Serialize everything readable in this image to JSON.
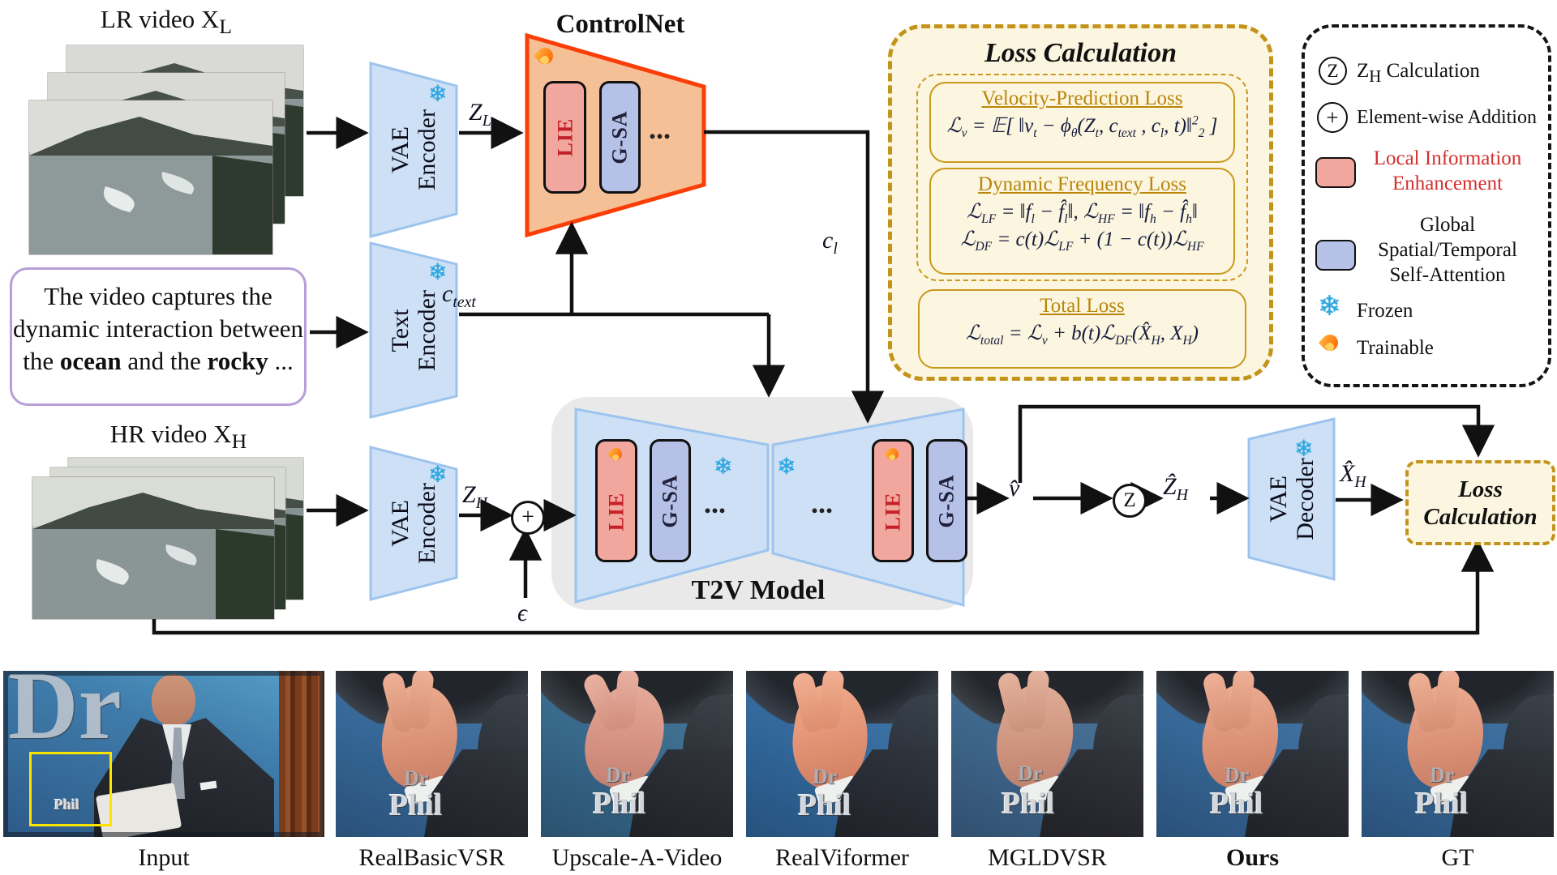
{
  "colors": {
    "accent_orange": "#fb3d07",
    "gold": "#c3941c",
    "cream": "#fcf5df",
    "blue_fill": "#cde0f6",
    "lie_fill": "#f2a79e",
    "lie_text": "#c32027",
    "gsa_fill": "#b5c1e7",
    "snowflake_blue": "#2ba6e0",
    "prompt_purple": "#b79ed8",
    "t2v_gray": "#e9e9e9"
  },
  "diagram": {
    "lr_video_label": "LR video X~L~",
    "hr_video_label": "HR video X~H~",
    "prompt": {
      "line1": "The video captures the",
      "line2": "dynamic interaction between",
      "line3a": "the ",
      "line3b": "ocean",
      "line3c": " and the ",
      "line3d": "rocky",
      "line3e": " ..."
    },
    "vae_encoder_top": {
      "line1": "VAE",
      "line2": "Encoder"
    },
    "text_encoder": {
      "line1": "Text",
      "line2": "Encoder"
    },
    "vae_encoder_bottom": {
      "line1": "VAE",
      "line2": "Encoder"
    },
    "vae_decoder": {
      "line1": "VAE",
      "line2": "Decoder"
    },
    "controlnet": {
      "title": "ControlNet",
      "lie": "LIE",
      "gsa": "G-SA",
      "dots": "..."
    },
    "t2v": {
      "title": "T2V Model",
      "left": {
        "lie": "LIE",
        "gsa": "G-SA",
        "dots": "..."
      },
      "right": {
        "lie": "LIE",
        "gsa": "G-SA",
        "dots": "..."
      }
    },
    "signals": {
      "z_l": "Z~L~",
      "c_text": "c~text~",
      "c_l": "c~l~",
      "z_h": "Z~H~",
      "epsilon": "ϵ",
      "plus": "+",
      "v_hat": "v̂",
      "z_node": "Z",
      "z_hat_h": "Ẑ~H~",
      "x_hat_h": "X̂~H~"
    }
  },
  "loss_panel": {
    "title": "Loss Calculation",
    "velocity_title": "Velocity-Prediction Loss",
    "velocity_formula": "ℒ~v~ = 𝔼[ ‖v~t~ − ϕ~θ~(Z~t~, c~text~ , c~l~, t)‖^2^~2~ ]",
    "freq_title": "Dynamic Frequency Loss",
    "freq_formula_1": "ℒ~LF~ = ‖f~l~ − f̂~l~‖, ℒ~HF~ = ‖f~h~ − f̂~h~‖",
    "freq_formula_2": "ℒ~DF~ = c(t)ℒ~LF~ + (1 − c(t))ℒ~HF~",
    "total_title": "Total Loss",
    "total_formula": "ℒ~total~ = ℒ~v~ + b(t)ℒ~DF~(X̂~H~, X~H~)"
  },
  "loss_box": {
    "line1": "Loss",
    "line2": "Calculation"
  },
  "legend": {
    "z_label": "Z~H~ Calculation",
    "plus_label": "Element-wise Addition",
    "z_icon": "Z",
    "plus_icon": "+",
    "lie_label_1": "Local Information",
    "lie_label_2": "Enhancement",
    "gsa_label_1": "Global",
    "gsa_label_2": "Spatial/Temporal",
    "gsa_label_3": "Self-Attention",
    "frozen_label": "Frozen",
    "trainable_label": "Trainable"
  },
  "comparison": {
    "items": [
      {
        "label": "Input"
      },
      {
        "label": "RealBasicVSR"
      },
      {
        "label": "Upscale-A-Video"
      },
      {
        "label": "RealViformer"
      },
      {
        "label": "MGLDVSR"
      },
      {
        "label": "Ours"
      },
      {
        "label": "GT"
      }
    ],
    "photo_text": {
      "dr": "Dr",
      "phil": "Phil"
    }
  }
}
